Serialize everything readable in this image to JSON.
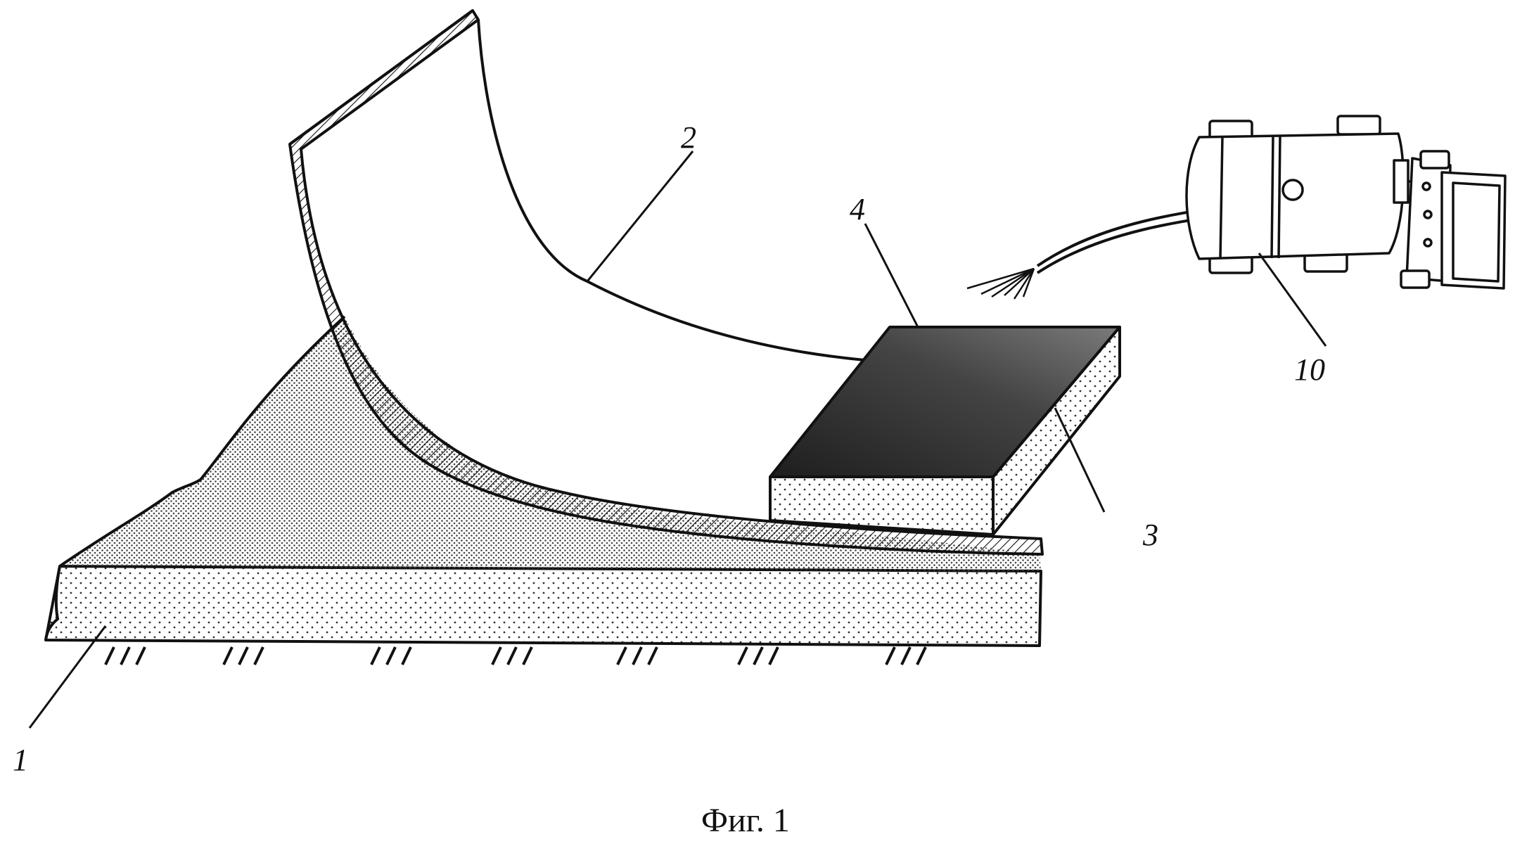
{
  "figure": {
    "caption": "Фиг. 1",
    "labels": {
      "base": "1",
      "sheet": "2",
      "block_side": "3",
      "block_top": "4",
      "robot": "10"
    }
  },
  "colors": {
    "ink": "#111111",
    "block_top_dark": "#1e1e1e",
    "block_top_light": "#7a7a7a",
    "stipple": "#555555",
    "background": "#ffffff"
  }
}
